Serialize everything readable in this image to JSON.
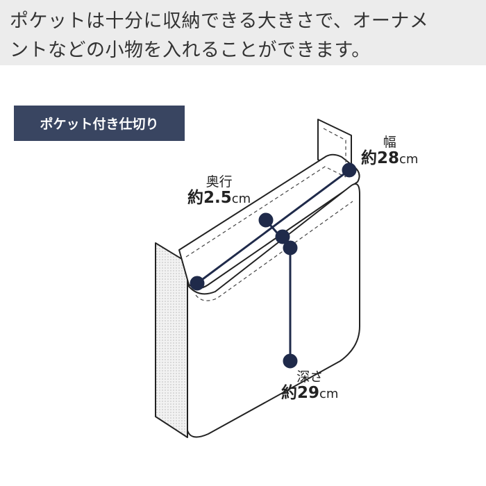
{
  "header": {
    "line1": "ポケットは十分に収納できる大きさで、オーナメ",
    "line2": "ントなどの小物を入れることができます。"
  },
  "badge": "ポケット付き仕切り",
  "dimensions": {
    "width": {
      "label": "幅",
      "prefix": "約",
      "value": "28",
      "unit": "cm"
    },
    "depth": {
      "label": "奥行",
      "prefix": "約",
      "value": "2.5",
      "unit": "cm"
    },
    "height": {
      "label": "深さ",
      "prefix": "約",
      "value": "29",
      "unit": "cm"
    }
  },
  "colors": {
    "navy": "#394561",
    "band": "#ececec"
  }
}
